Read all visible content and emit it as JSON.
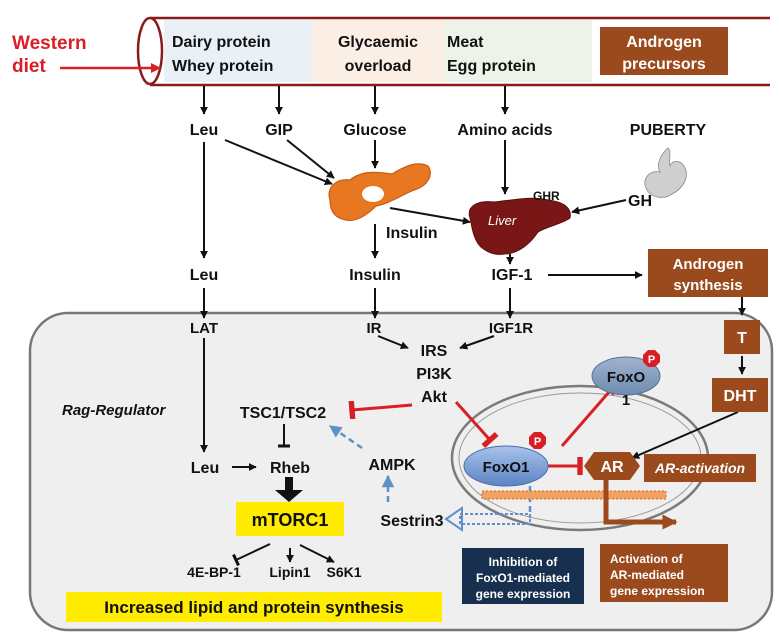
{
  "diet": {
    "label_line1": "Western",
    "label_line2": "diet",
    "dairy_line1": "Dairy protein",
    "dairy_line2": "Whey protein",
    "glycaemic_line1": "Glycaemic",
    "glycaemic_line2": "overload",
    "meat_line1": "Meat",
    "meat_line2": "Egg protein",
    "androgen_line1": "Androgen",
    "androgen_line2": "precursors"
  },
  "systemic": {
    "leu_top": "Leu",
    "gip": "GIP",
    "glucose": "Glucose",
    "amino_acids": "Amino acids",
    "puberty": "PUBERTY",
    "insulin_pancreas": "Insulin",
    "ghr": "GHR",
    "gh": "GH",
    "liver": "Liver",
    "leu_mid": "Leu",
    "insulin_mid": "Insulin",
    "igf1": "IGF-1",
    "androgen_synth_line1": "Androgen",
    "androgen_synth_line2": "synthesis"
  },
  "cell": {
    "lat": "LAT",
    "ir": "IR",
    "igf1r": "IGF1R",
    "irs": "IRS",
    "pi3k": "PI3K",
    "akt": "Akt",
    "t": "T",
    "dht": "DHT",
    "rag": "Rag-Regulator",
    "tsc": "TSC1/TSC2",
    "leu_cell": "Leu",
    "rheb": "Rheb",
    "ampk": "AMPK",
    "mtorc1": "mTORC1",
    "sestrin3": "Sestrin3",
    "ebp1": "4E-BP-1",
    "lipin1": "Lipin1",
    "s6k1": "S6K1",
    "foxo1_nuc": "FoxO1",
    "foxo_cyto_line1": "FoxO",
    "foxo_cyto_line2": "1",
    "p1": "P",
    "p2": "P",
    "ar": "AR",
    "ar_activation": "AR-activation"
  },
  "outputs": {
    "lipid_protein": "Increased lipid and protein synthesis",
    "inhibition_line1": "Inhibition of",
    "inhibition_line2": "FoxO1-mediated",
    "inhibition_line3": "gene expression",
    "activation_line1": "Activation of",
    "activation_line2": "AR-mediated",
    "activation_line3": "gene expression"
  },
  "colors": {
    "red": "#d91f26",
    "brown": "#9b4a1e",
    "pancreas": "#e87722",
    "liver": "#7a1616",
    "yellow": "#ffec00",
    "navy": "#17304f",
    "foxo_blue": "#6f95cf",
    "ampk_dash": "#5f90c7",
    "cell_bg": "#efefef"
  }
}
